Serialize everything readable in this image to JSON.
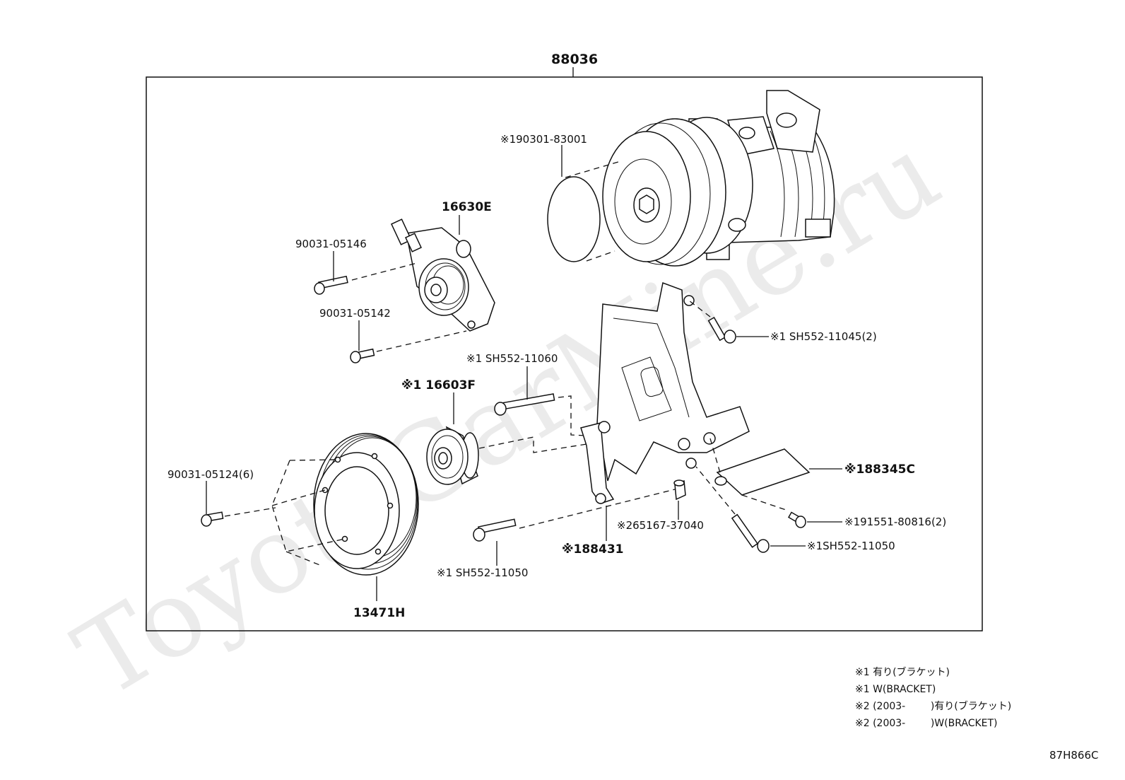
{
  "diagram": {
    "watermark": "ToyotaGarMine.ru",
    "assembly_number": "88036",
    "parts": {
      "oring_seal": "※190301-83001",
      "idler_assy": "16630E",
      "bolt_a": "90031-05146",
      "bolt_b": "90031-05142",
      "bolt_c": "※1 SH552-11060",
      "idler_pulley": "※1 16603F",
      "bolt_d": "90031-05124(6)",
      "crank_pulley": "13471H",
      "bracket_bolt_top": "※1 SH552-11045(2)",
      "plate": "※188345C",
      "screw": "※191551-80816(2)",
      "bracket_bolt_bottom_right": "※1SH552-11050",
      "collar": "※265167-37040",
      "bracket": "※188431",
      "bracket_bolt_bottom_left": "※1 SH552-11050"
    },
    "notes": [
      "※1 有り(ブラケット)",
      "※1 W(BRACKET)",
      "※2 (2003-        )有り(ブラケット)",
      "※2 (2003-        )W(BRACKET)"
    ],
    "figure_code": "87H866C"
  }
}
